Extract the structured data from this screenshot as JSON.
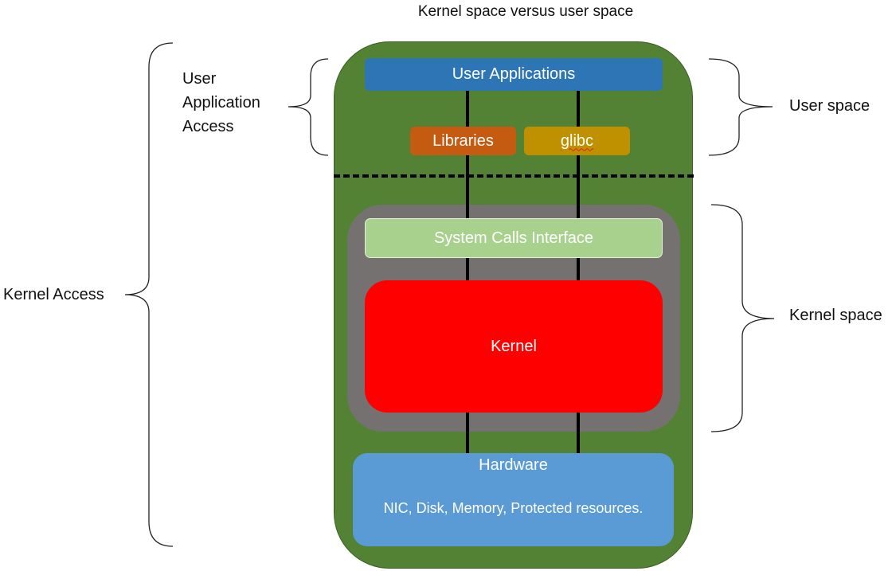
{
  "title": "Kernel space versus user space",
  "left_labels": {
    "user_application_access": [
      "User",
      "Application",
      "Access"
    ],
    "kernel_access": "Kernel Access"
  },
  "right_labels": {
    "user_space": "User space",
    "kernel_space": "Kernel space"
  },
  "blocks": {
    "user_applications": "User Applications",
    "libraries": "Libraries",
    "glibc": "glibc",
    "system_calls_interface": "System Calls Interface",
    "kernel": "Kernel",
    "hardware_title": "Hardware",
    "hardware_detail": "NIC, Disk, Memory, Protected resources."
  },
  "colors": {
    "outer_container": "#548235",
    "kernel_region": "#767171",
    "user_applications": "#2e75b6",
    "libraries": "#c55a11",
    "glibc": "#bf9000",
    "system_calls_interface": "#a9d18e",
    "kernel": "#ff0000",
    "hardware": "#5b9bd5"
  }
}
